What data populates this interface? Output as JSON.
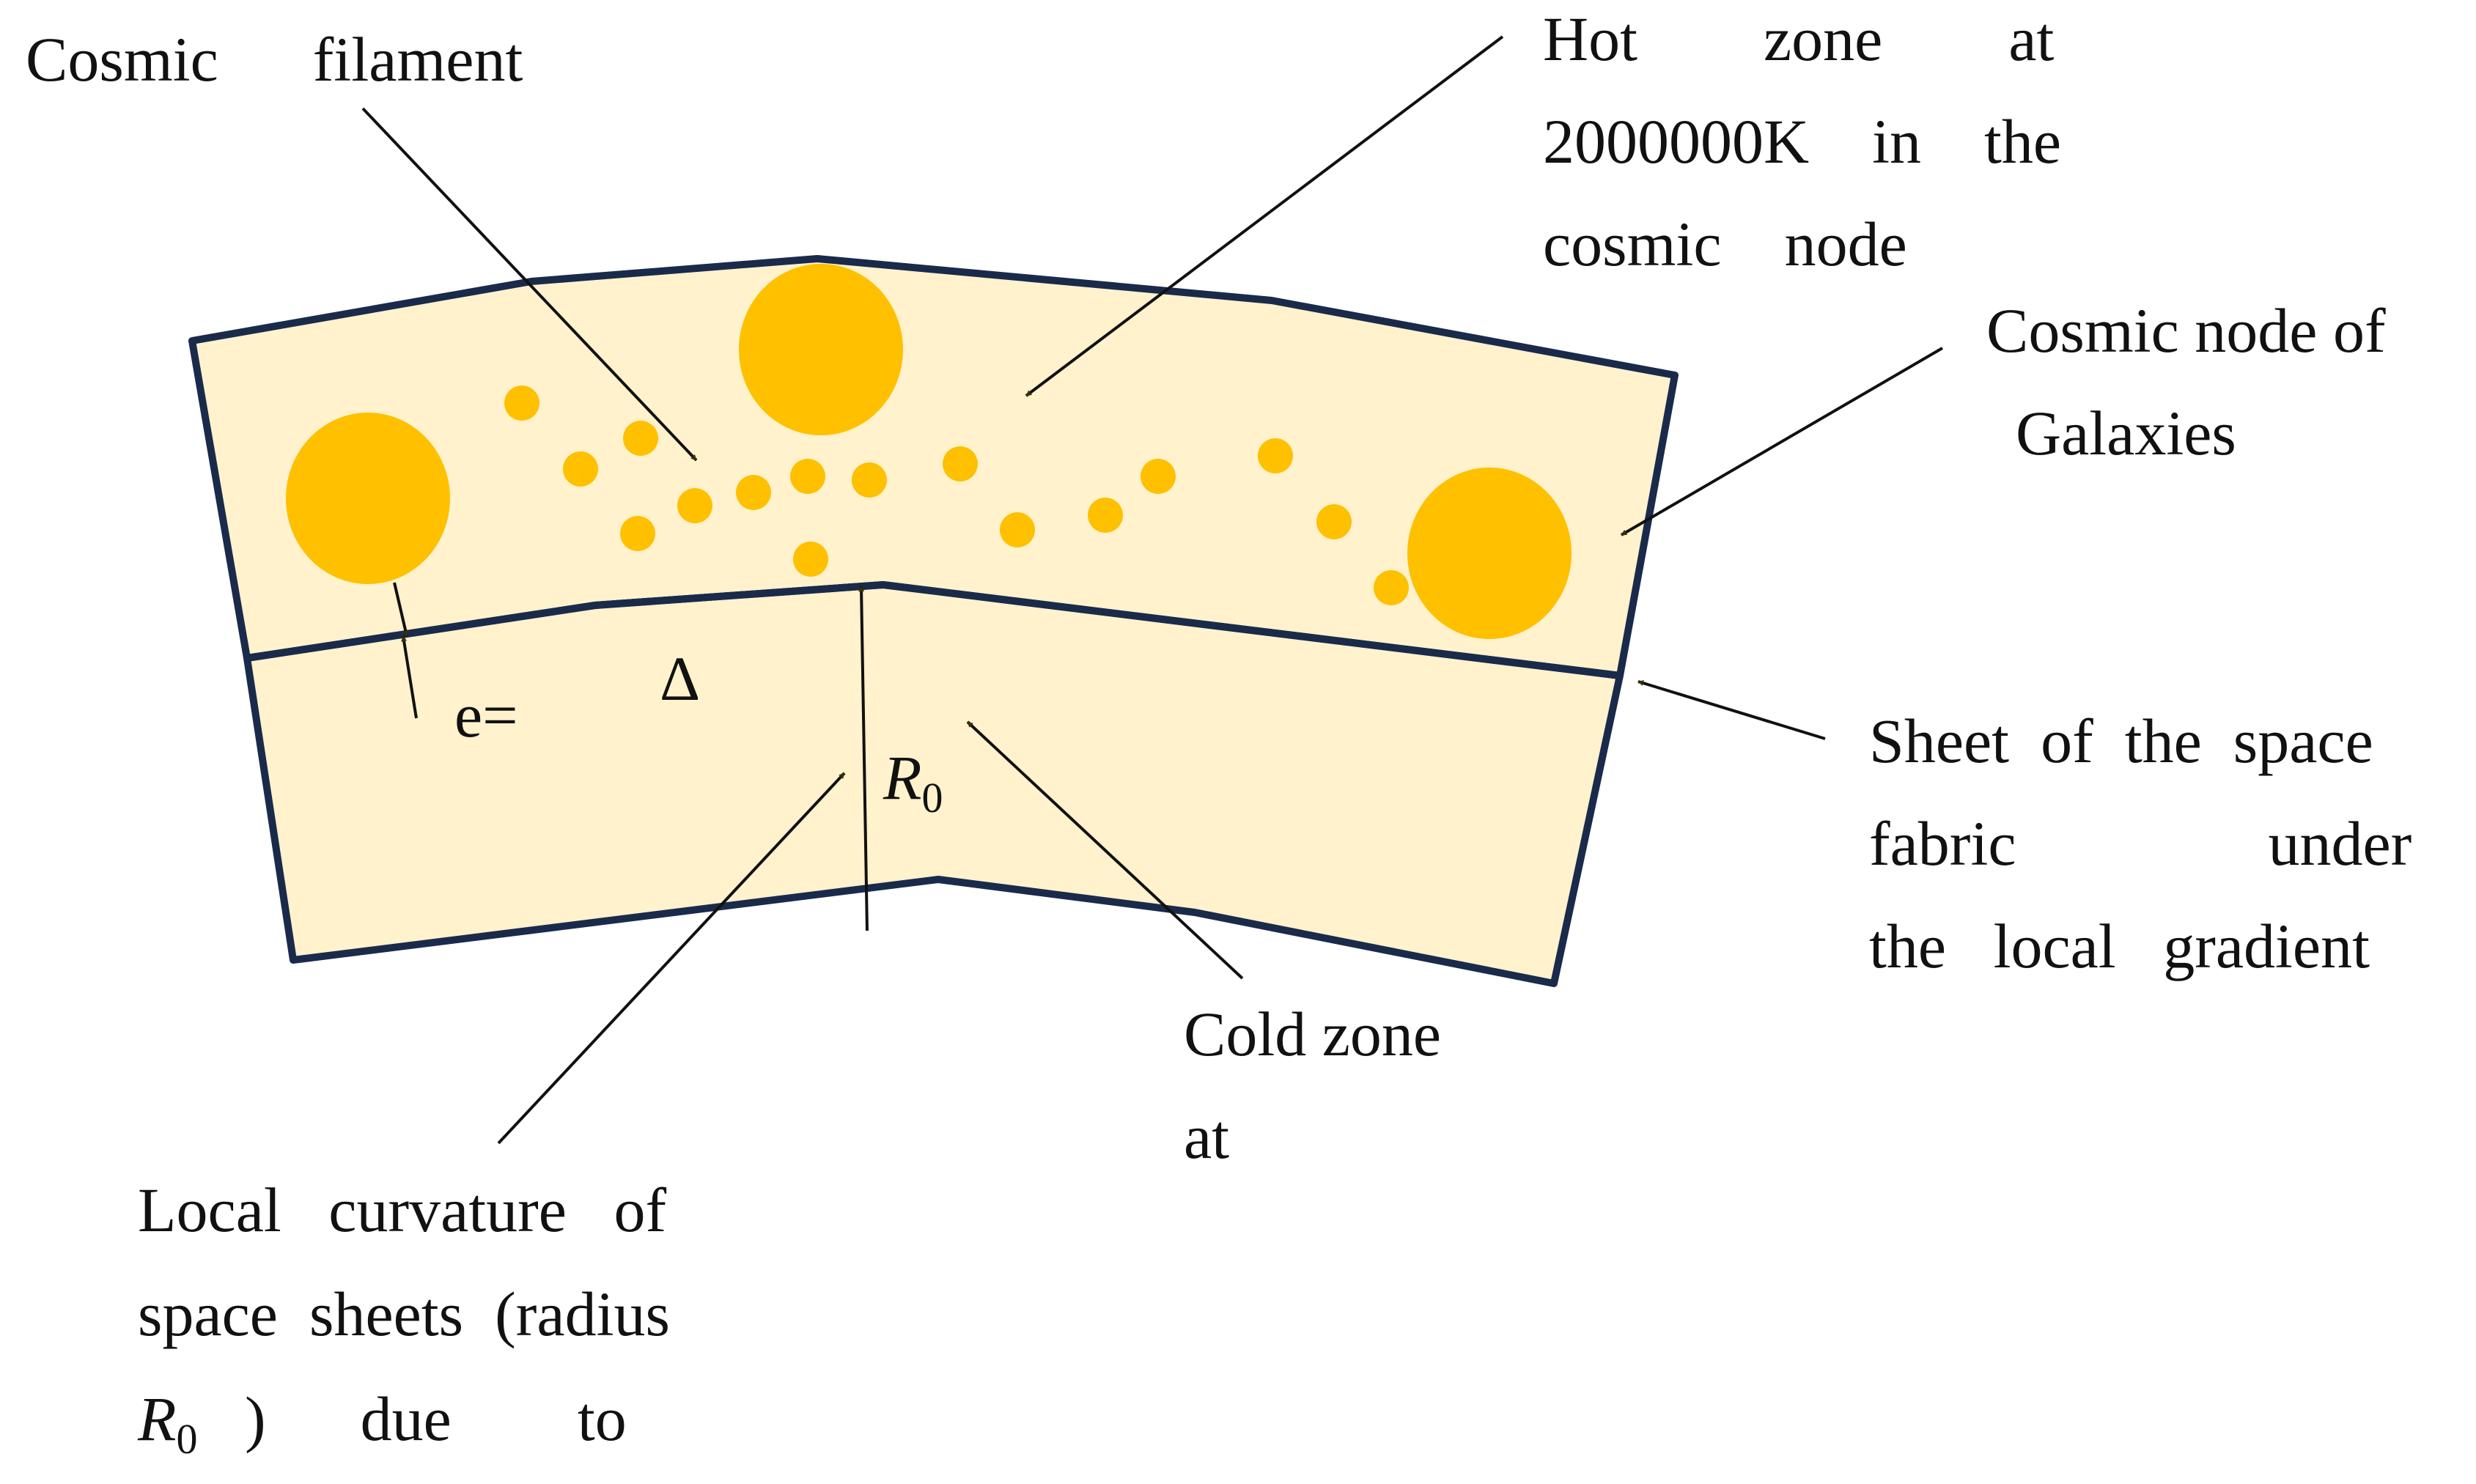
{
  "labels": {
    "cosmic_filament": "Cosmic      filament",
    "hot_zone_line1": "Hot        zone        at",
    "hot_zone_line2": "2000000K    in    the",
    "hot_zone_line3": "cosmic    node",
    "cosmic_node_line1": "Cosmic node of",
    "cosmic_node_line2": "Galaxies",
    "sheet_line1": "Sheet  of  the  space",
    "sheet_line2": "fabric                under",
    "sheet_line3": "the   local   gradient",
    "cold_zone_line1": "Cold zone",
    "cold_zone_line2": "at",
    "local_curv_line1": "Local   curvature   of",
    "local_curv_line2": "space  sheets  (radius",
    "local_curv_r": "R",
    "local_curv_r_sub": "0",
    "local_curv_rest": "   )      due        to",
    "thickness_label": "e=",
    "delta_symbol": "Δ",
    "radius_symbol": "R",
    "radius_sub": "0"
  },
  "colors": {
    "sheet_fill": "#fff2cc",
    "sheet_outline": "#1a2a4a",
    "galaxy": "#ffc000",
    "arrow": "#111111"
  }
}
